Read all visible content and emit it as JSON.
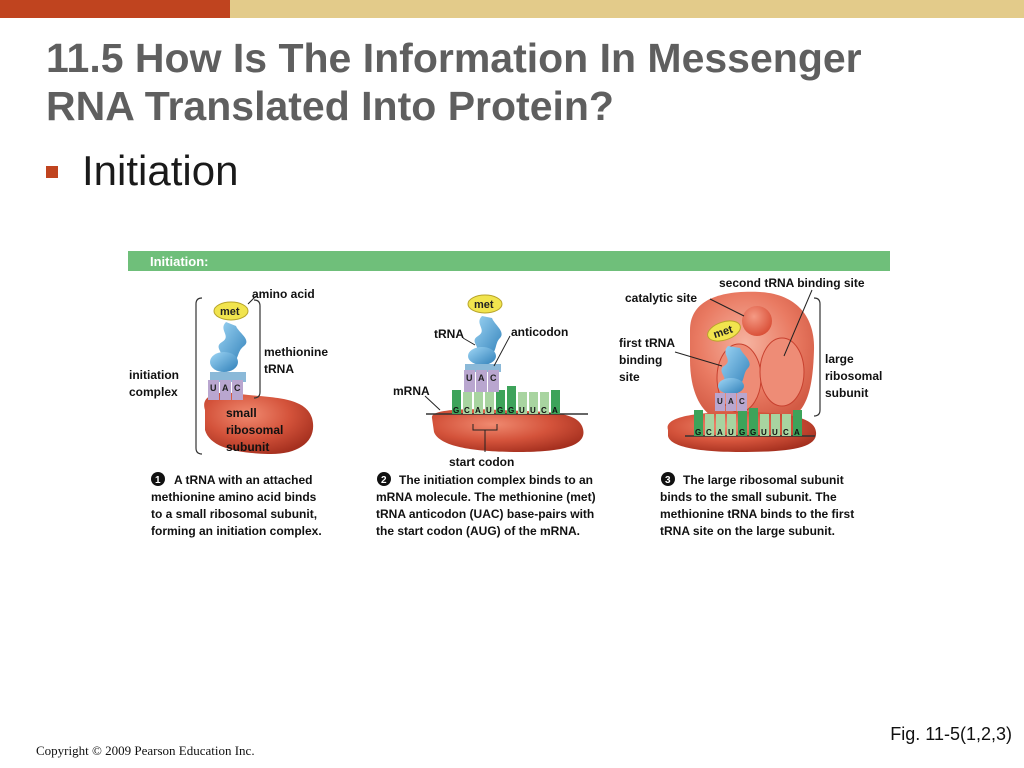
{
  "slide": {
    "title_line1": "11.5 How Is The Information In Messenger",
    "title_line2": "RNA Translated Into Protein?",
    "bullet": "Initiation",
    "fig_ref": "Fig. 11-5(1,2,3)",
    "copyright": "Copyright © 2009 Pearson Education Inc."
  },
  "colors": {
    "accent_red": "#c0441f",
    "accent_tan": "#e3cb8a",
    "header_green": "#6fbf7a",
    "ribosome": "#c8412f",
    "met": "#f1e44e",
    "trna_blue": "#4a9fd4"
  },
  "figure": {
    "header": "Initiation:",
    "panel1": {
      "labels": {
        "amino_acid": "amino acid",
        "met": "met",
        "methionine": "methionine",
        "trna": "tRNA",
        "initiation": "initiation",
        "complex": "complex",
        "small": "small",
        "ribosomal": "ribosomal",
        "subunit": "subunit"
      },
      "anticodon": [
        "U",
        "A",
        "C"
      ],
      "step": "1",
      "caption": [
        "A tRNA with an attached",
        "methionine amino acid binds",
        "to a small ribosomal subunit,",
        "forming an initiation complex."
      ]
    },
    "panel2": {
      "labels": {
        "met": "met",
        "trna": "tRNA",
        "anticodon": "anticodon",
        "mrna": "mRNA",
        "start_codon": "start codon"
      },
      "anticodon": [
        "U",
        "A",
        "C"
      ],
      "mrna": [
        "G",
        "C",
        "A",
        "U",
        "G",
        "G",
        "U",
        "U",
        "C",
        "A"
      ],
      "step": "2",
      "caption": [
        "The initiation complex binds to an",
        "mRNA molecule. The methionine (met)",
        "tRNA anticodon (UAC) base-pairs with",
        "the start codon (AUG) of the mRNA."
      ]
    },
    "panel3": {
      "labels": {
        "second_site": "second tRNA binding site",
        "catalytic": "catalytic site",
        "met": "met",
        "first": "first tRNA",
        "binding": "binding",
        "site": "site",
        "large": "large",
        "ribosomal": "ribosomal",
        "subunit": "subunit"
      },
      "anticodon": [
        "U",
        "A",
        "C"
      ],
      "mrna": [
        "G",
        "C",
        "A",
        "U",
        "G",
        "G",
        "U",
        "U",
        "C",
        "A"
      ],
      "step": "3",
      "caption": [
        "The large ribosomal subunit",
        "binds to the small subunit. The",
        "methionine tRNA binds to the first",
        "tRNA site on the large subunit."
      ]
    }
  }
}
